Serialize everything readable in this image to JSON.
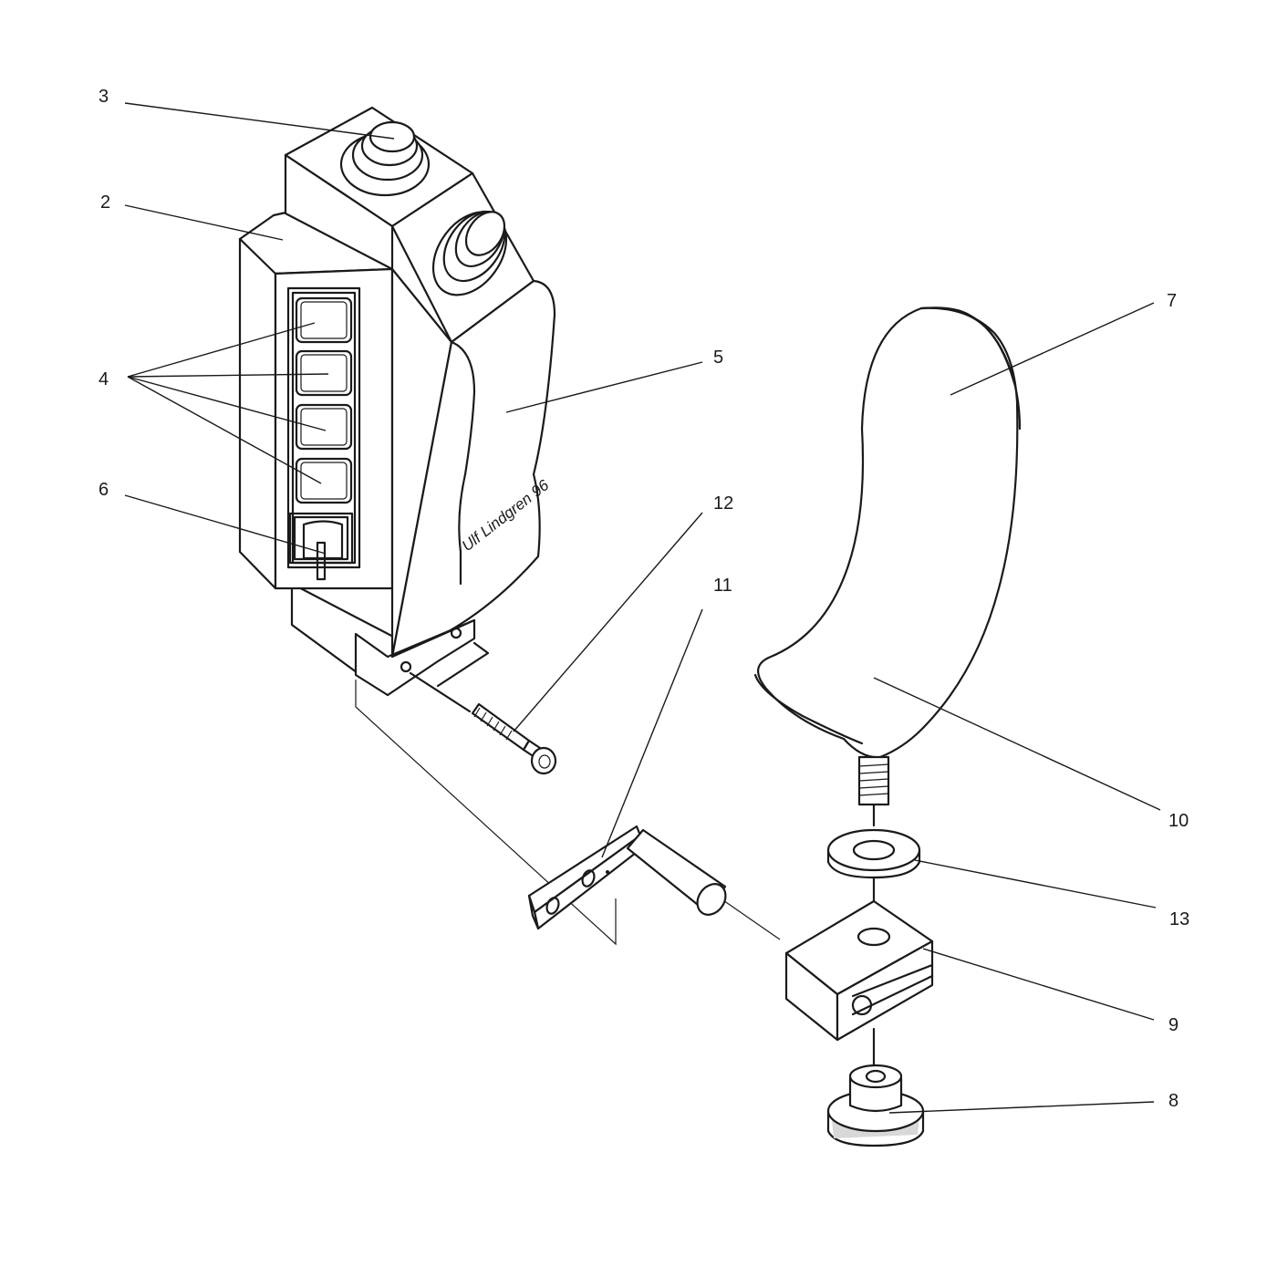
{
  "callouts": {
    "c2": "2",
    "c3": "3",
    "c4": "4",
    "c5": "5",
    "c6": "6",
    "c7": "7",
    "c8": "8",
    "c9": "9",
    "c10": "10",
    "c11": "11",
    "c12": "12",
    "c13": "13"
  },
  "signature": "Ulf Lindgren 96"
}
